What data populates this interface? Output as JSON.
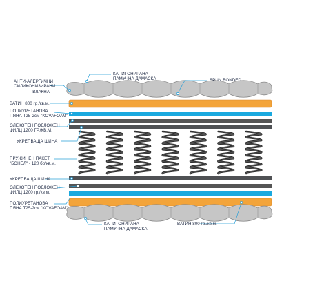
{
  "colors": {
    "quilt_fill": "#c6c6c6",
    "quilt_stroke": "#8a8a8a",
    "wadding": "#f3a43a",
    "foam": "#1aa9df",
    "felt": "#555555",
    "rail": "#4f5154",
    "coil": "#2c2c2c",
    "leader": "#2aa0d8",
    "text": "#1f2a44"
  },
  "labels": {
    "top_quilt": "КАПИТОНИРАНА\nПАМУЧНА ДАМАСКА",
    "spun_bonded": "SPUN BONDED",
    "fiber": "АНТИ-АЛЕРГИЧНИ\nСИЛИКОНИЗИРАНИ\nВЛАКНА",
    "wadding_top": "ВАТИН 800 гр./кв.м.",
    "foam_top": "ПОЛИУРЕТАНОВА\nПЯНА Т25-2см \"KOVAFOAM\"",
    "felt_top": "ОЛЕКОТЕН ПОДЛОЖЕН\nФИЛЦ 1200 ГР./КВ.М.",
    "rail_top": "УКРЕПВАЩА ШИНА",
    "springs": "ПРУЖИНЕН ПАКЕТ\n\"БОНЕЛ\" - 120 бр/кв.м.",
    "rail_bottom": "УКРЕПВАЩА ШИНА",
    "felt_bottom": "ОЛЕКОТЕН ПОДЛОЖЕН\nФИЛЦ 1200 гр./кв.м.",
    "foam_bottom": "ПОЛИУРЕТАНОВА\nПЯНА Т25-2см \"KOVAFOAM\"",
    "bottom_quilt": "КАПИТОНИРАНА\nПАМУЧНА ДАМАСКА",
    "wadding_bottom": "ВАТИН 800 гр./кв.м."
  },
  "springs": {
    "count": 7
  }
}
